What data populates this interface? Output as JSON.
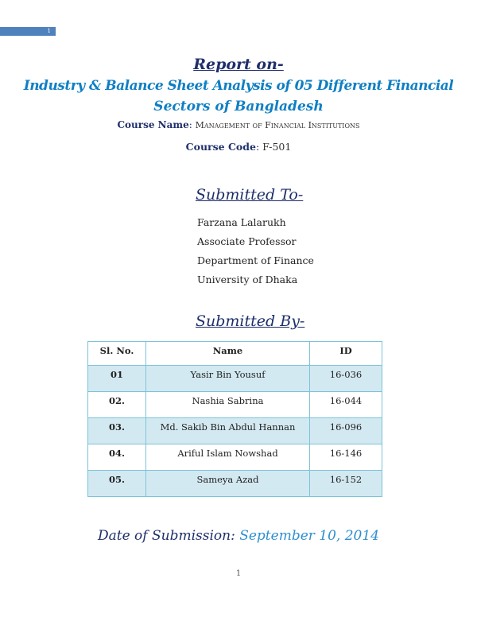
{
  "header": {
    "page_tab": "1"
  },
  "title": {
    "report_on": "Report on-",
    "line1": "Industry & Balance Sheet Analysis of 05 Different Financial",
    "line2": "Sectors of Bangladesh"
  },
  "course": {
    "name_label": "Course Name",
    "name_value": "Management of Financial Institutions",
    "code_label": "Course Code",
    "code_value": "F-501"
  },
  "submitted_to": {
    "heading": "Submitted To-",
    "lines": [
      "Farzana Lalarukh",
      "Associate Professor",
      "Department of Finance",
      "University of Dhaka"
    ]
  },
  "submitted_by": {
    "heading": "Submitted By-",
    "columns": [
      "Sl. No.",
      "Name",
      "ID"
    ],
    "rows": [
      [
        "01",
        "Yasir Bin Yousuf",
        "16-036"
      ],
      [
        "02.",
        "Nashia Sabrina",
        "16-044"
      ],
      [
        "03.",
        "Md. Sakib Bin Abdul Hannan",
        "16-096"
      ],
      [
        "04.",
        "Ariful Islam Nowshad",
        "16-146"
      ],
      [
        "05.",
        "Sameya Azad",
        "16-152"
      ]
    ]
  },
  "date": {
    "label": "Date of Submission:",
    "value": "September 10, 2014"
  },
  "footer": {
    "page_number": "1"
  }
}
